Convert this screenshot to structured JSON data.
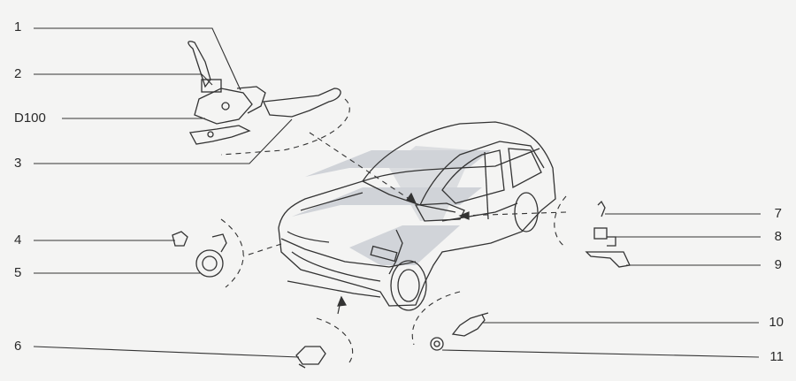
{
  "callouts": {
    "c1": "1",
    "c2": "2",
    "cD100": "D100",
    "c3": "3",
    "c4": "4",
    "c5": "5",
    "c6": "6",
    "c7": "7",
    "c8": "8",
    "c9": "9",
    "c10": "10",
    "c11": "11"
  },
  "colors": {
    "line": "#333333",
    "watermark": "#c9ccd2",
    "background": "#f4f4f3"
  }
}
